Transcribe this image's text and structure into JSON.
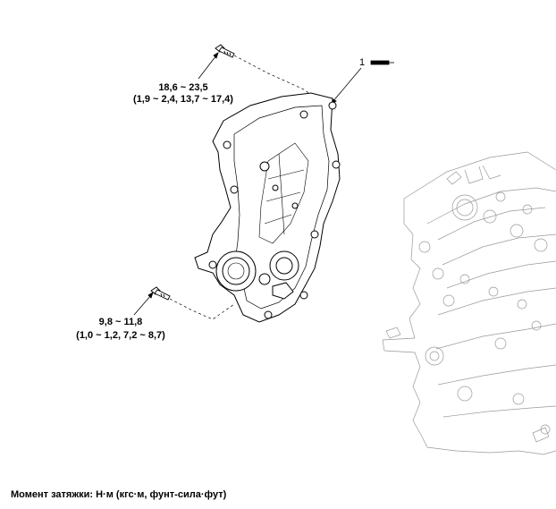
{
  "callout": {
    "number": "1"
  },
  "torque_top": {
    "line1": "18,6 ~ 23,5",
    "line2": "(1,9 ~ 2,4, 13,7 ~ 17,4)"
  },
  "torque_bottom": {
    "line1": "9,8 ~ 11,8",
    "line2": "(1,0 ~ 1,2, 7,2 ~ 8,7)"
  },
  "footer": {
    "note": "Момент затяжки: Н·м (кгс·м, фунт-сила·фут)"
  }
}
